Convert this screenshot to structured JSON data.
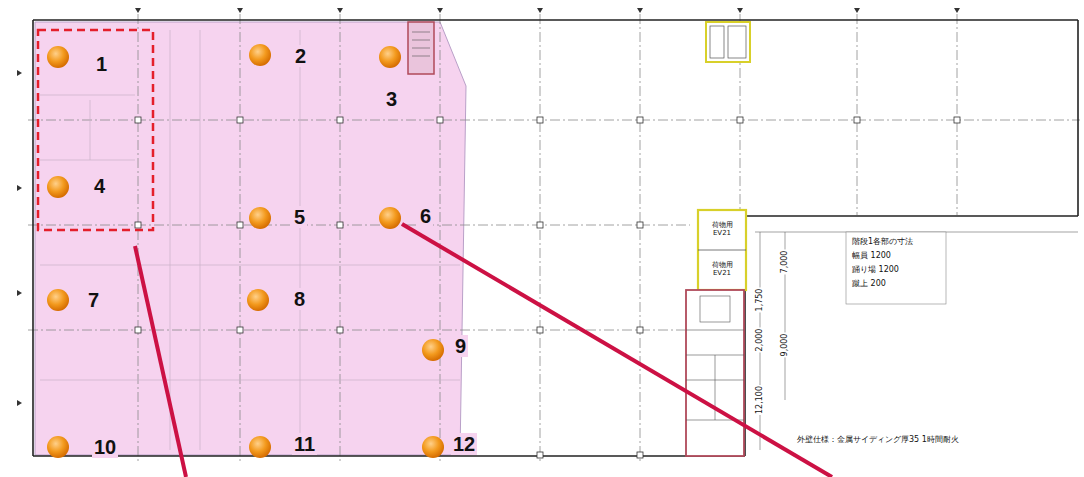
{
  "diagram": {
    "labels": [
      "1",
      "2",
      "3",
      "4",
      "5",
      "6",
      "7",
      "8",
      "9",
      "10",
      "11",
      "12",
      "荷物用 EV21",
      "荷物用 EV21",
      "階段1各部の寸法",
      "幅員 1200",
      "踊り場 1200",
      "蹴上 200",
      "7,000",
      "9,000",
      "1,750",
      "2,000",
      "12,100",
      "外壁仕様：金属サイディング厚35 1時間耐火"
    ]
  }
}
